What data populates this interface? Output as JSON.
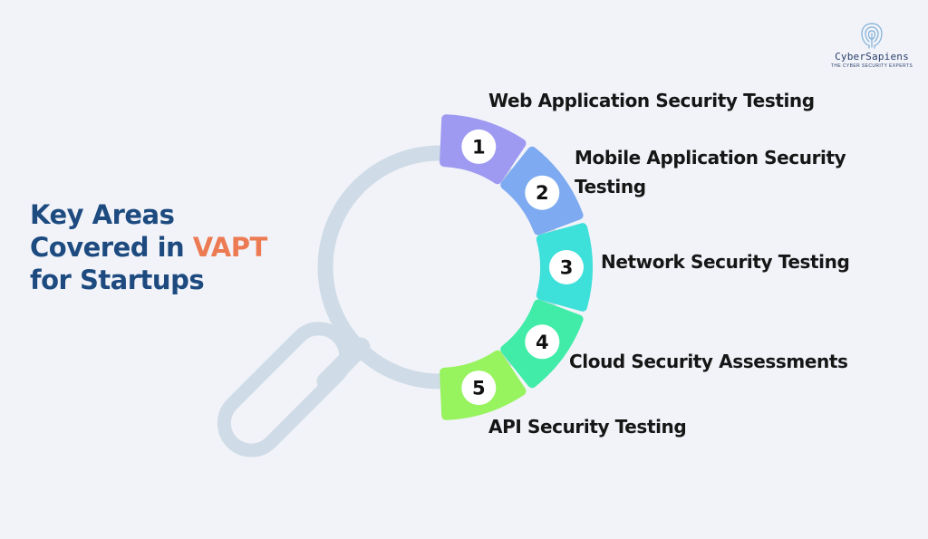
{
  "title": {
    "line1": "Key Areas",
    "line2_prefix": "Covered in ",
    "line2_accent": "VAPT",
    "line3": "for Startups"
  },
  "brand": {
    "name": "CyberSapiens",
    "tagline": "THE CYBER SECURITY EXPERTS"
  },
  "steps": [
    {
      "number": "1",
      "label_lines": [
        "Web Application Security Testing"
      ],
      "color": "#9e99f1"
    },
    {
      "number": "2",
      "label_lines": [
        "Mobile Application Security",
        "Testing"
      ],
      "color": "#7daaf0"
    },
    {
      "number": "3",
      "label_lines": [
        "Network Security Testing"
      ],
      "color": "#3ee0da"
    },
    {
      "number": "4",
      "label_lines": [
        "Cloud Security Assessments"
      ],
      "color": "#40eca8"
    },
    {
      "number": "5",
      "label_lines": [
        "API Security Testing"
      ],
      "color": "#97f35e"
    }
  ],
  "colors": {
    "background": "#f1f3f9",
    "title": "#1d4a7f",
    "accent": "#ec7a52",
    "magnifier": "#cfdbe6",
    "text": "#161616"
  },
  "icons": [
    "magnifying-glass-icon",
    "brain-fingerprint-icon"
  ]
}
